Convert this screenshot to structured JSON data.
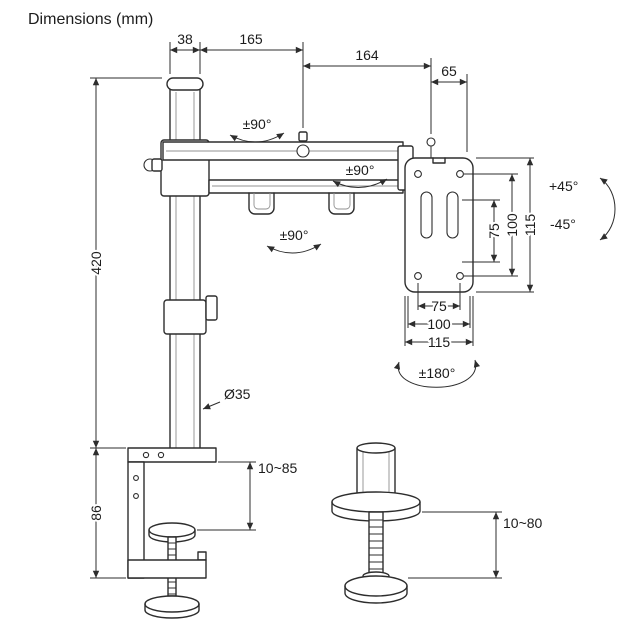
{
  "title": "Dimensions (mm)",
  "dims": {
    "pole_top_width": "38",
    "arm_front": "165",
    "arm_rear": "164",
    "head_offset": "65",
    "pole_height": "420",
    "clamp_body_height": "86",
    "pole_diameter": "Ø35",
    "clamp_thickness_range": "10~85",
    "grommet_thickness_range": "10~80"
  },
  "vesa": {
    "v75": "75",
    "v100": "100",
    "v115": "115",
    "h75": "75",
    "h100": "100",
    "h115": "115"
  },
  "rotation": {
    "swivel_pole": "±90°",
    "swivel_mid": "±90°",
    "swivel_lower": "±90°",
    "tilt_up": "+45°",
    "tilt_down": "-45°",
    "screen_rotation": "±180°"
  },
  "colors": {
    "line": "#2d2d2d",
    "text": "#1c1c1c",
    "background": "#ffffff"
  }
}
